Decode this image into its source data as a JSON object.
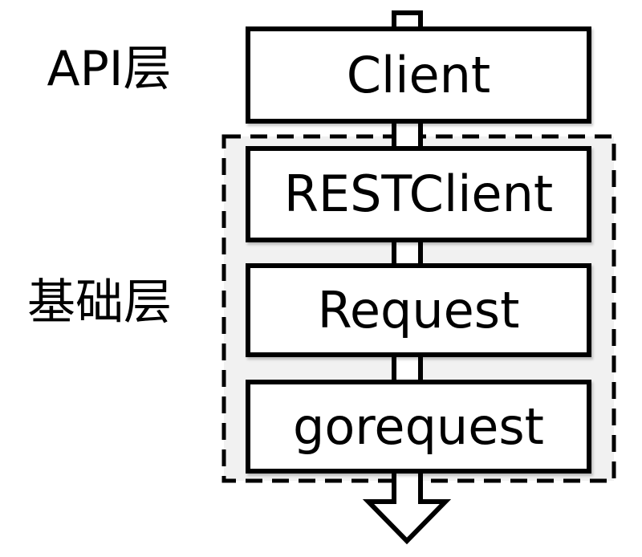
{
  "diagram": {
    "layers": [
      {
        "id": "api",
        "label": "API层"
      },
      {
        "id": "foundation",
        "label": "基础层"
      }
    ],
    "nodes": [
      {
        "id": "client",
        "label": "Client",
        "layer": "api"
      },
      {
        "id": "restclient",
        "label": "RESTClient",
        "layer": "foundation"
      },
      {
        "id": "request",
        "label": "Request",
        "layer": "foundation"
      },
      {
        "id": "gorequest",
        "label": "gorequest",
        "layer": "foundation"
      }
    ],
    "flow_arrow": {
      "direction": "down",
      "style": "open-block-arrow"
    },
    "colors": {
      "background": "#ffffff",
      "node_fill": "#ffffff",
      "group_fill": "#f1f1f1",
      "stroke": "#000000"
    }
  }
}
